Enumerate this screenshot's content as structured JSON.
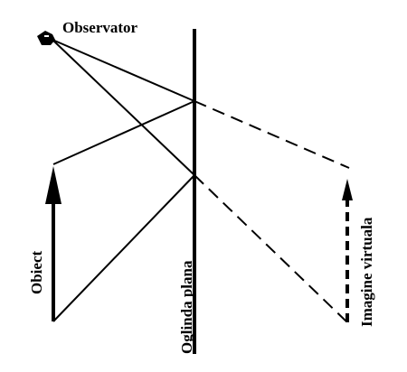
{
  "labels": {
    "observer": "Observator",
    "object": "Obiect",
    "mirror": "Oglinda plana",
    "virtual_image": "Imagine virtuala"
  },
  "colors": {
    "ink": "#000000",
    "background": "#ffffff"
  },
  "icons": {
    "observer": "eye-icon",
    "object_arrow": "arrow-up-icon",
    "image_arrow": "dashed-arrow-up-icon"
  }
}
